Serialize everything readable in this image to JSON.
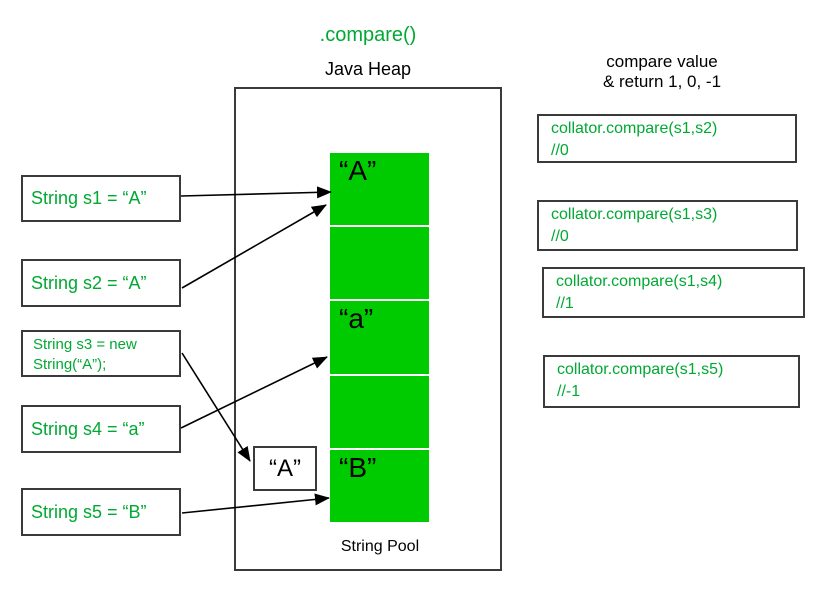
{
  "title": ".compare()",
  "heap": {
    "label": "Java Heap",
    "pool_label": "String Pool"
  },
  "pool": {
    "cells": [
      {
        "text": "“A”"
      },
      {
        "text": ""
      },
      {
        "text": "“a”"
      },
      {
        "text": ""
      },
      {
        "text": "“B”"
      }
    ]
  },
  "heap_object": {
    "text": "“A”"
  },
  "variables": [
    {
      "label": "String s1 = “A”"
    },
    {
      "label": "String s2 = “A”"
    },
    {
      "line1": "String s3 = new",
      "line2": "String(“A”);"
    },
    {
      "label": "String s4 = “a”"
    },
    {
      "label": "String s5 = “B”"
    }
  ],
  "comparisons": {
    "header_line1": "compare value",
    "header_line2": "& return 1, 0, -1",
    "items": [
      {
        "code": "collator.compare(s1,s2)",
        "result": "//0"
      },
      {
        "code": "collator.compare(s1,s3)",
        "result": "//0"
      },
      {
        "code": "collator.compare(s1,s4)",
        "result": "//1"
      },
      {
        "code": "collator.compare(s1,s5)",
        "result": "//-1"
      }
    ]
  },
  "colors": {
    "accent_green": "#00a933",
    "pool_green": "#00cb00"
  }
}
